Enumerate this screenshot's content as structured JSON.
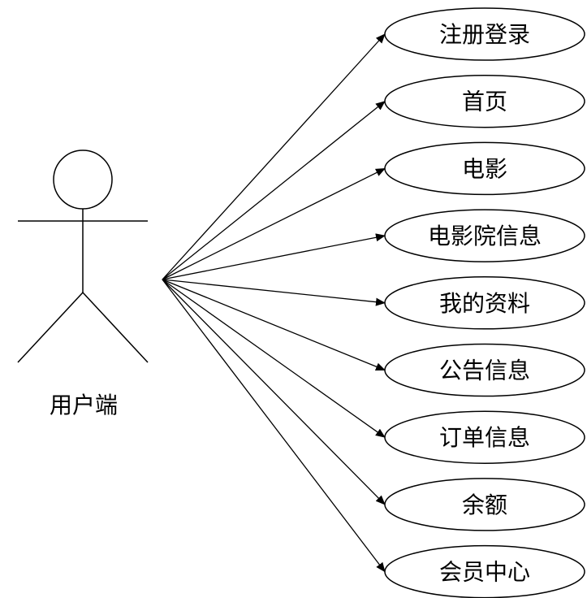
{
  "actor": {
    "label": "用户端"
  },
  "use_cases": [
    {
      "label": "注册登录"
    },
    {
      "label": "首页"
    },
    {
      "label": "电影"
    },
    {
      "label": "电影院信息"
    },
    {
      "label": "我的资料"
    },
    {
      "label": "公告信息"
    },
    {
      "label": "订单信息"
    },
    {
      "label": "余额"
    },
    {
      "label": "会员中心"
    }
  ],
  "colors": {
    "line": "#000000",
    "background": "#ffffff"
  }
}
